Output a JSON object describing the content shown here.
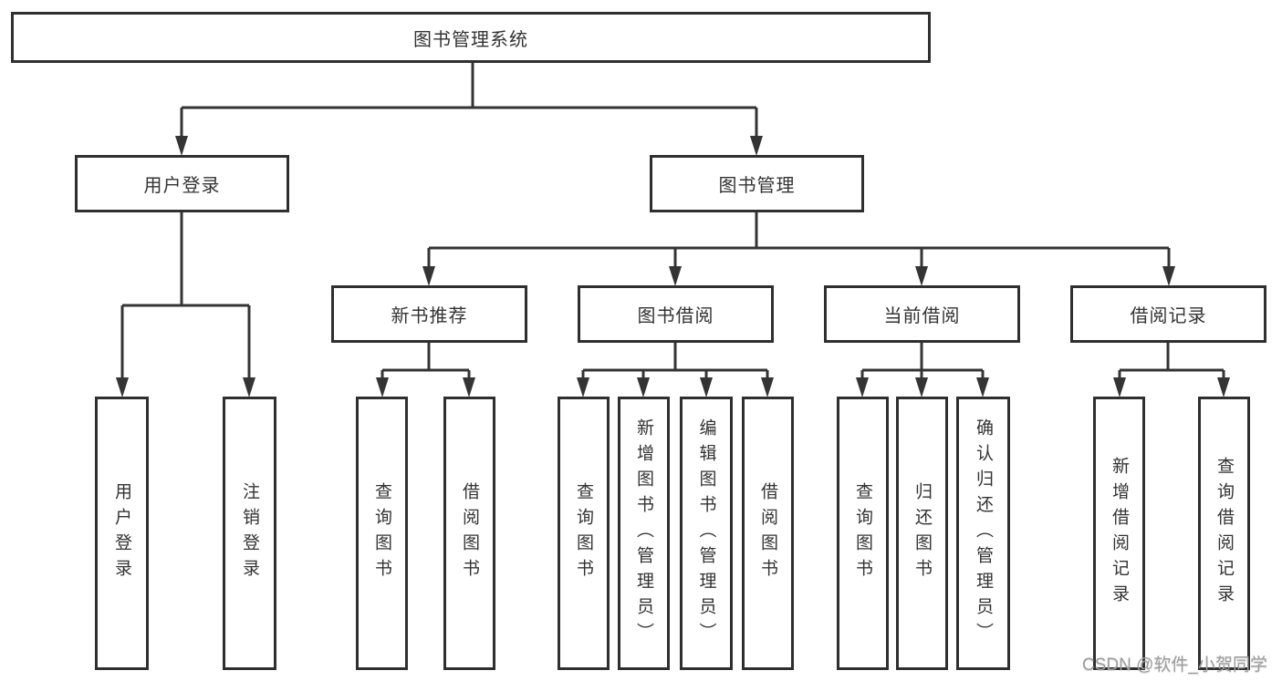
{
  "title": "图书管理系统",
  "nodes": {
    "level2": [
      {
        "id": "user-login",
        "label": "用户登录"
      },
      {
        "id": "book-management",
        "label": "图书管理"
      }
    ],
    "level3": [
      {
        "id": "new-book-recommend",
        "label": "新书推荐"
      },
      {
        "id": "book-borrow",
        "label": "图书借阅"
      },
      {
        "id": "current-borrow",
        "label": "当前借阅"
      },
      {
        "id": "borrow-record",
        "label": "借阅记录"
      }
    ],
    "leaves": [
      {
        "id": "user-login-leaf",
        "label": "用户登录"
      },
      {
        "id": "logout",
        "label": "注销登录"
      },
      {
        "id": "query-book-1",
        "label": "查询图书"
      },
      {
        "id": "borrow-book-1",
        "label": "借阅图书"
      },
      {
        "id": "query-book-2",
        "label": "查询图书"
      },
      {
        "id": "add-book-admin",
        "label": "新增图书（管理员）"
      },
      {
        "id": "edit-book-admin",
        "label": "编辑图书（管理员）"
      },
      {
        "id": "borrow-book-2",
        "label": "借阅图书"
      },
      {
        "id": "query-book-3",
        "label": "查询图书"
      },
      {
        "id": "return-book",
        "label": "归还图书"
      },
      {
        "id": "confirm-return-admin",
        "label": "确认归还（管理员）"
      },
      {
        "id": "add-borrow-record",
        "label": "新增借阅记录"
      },
      {
        "id": "query-borrow-record",
        "label": "查询借阅记录"
      }
    ]
  },
  "watermark": "CSDN @软件_小贺同学",
  "colors": {
    "line": "#343434",
    "box_border": "#2f2f2f",
    "text": "#333333",
    "watermark": "#9e9e9e",
    "background": "#ffffff"
  }
}
